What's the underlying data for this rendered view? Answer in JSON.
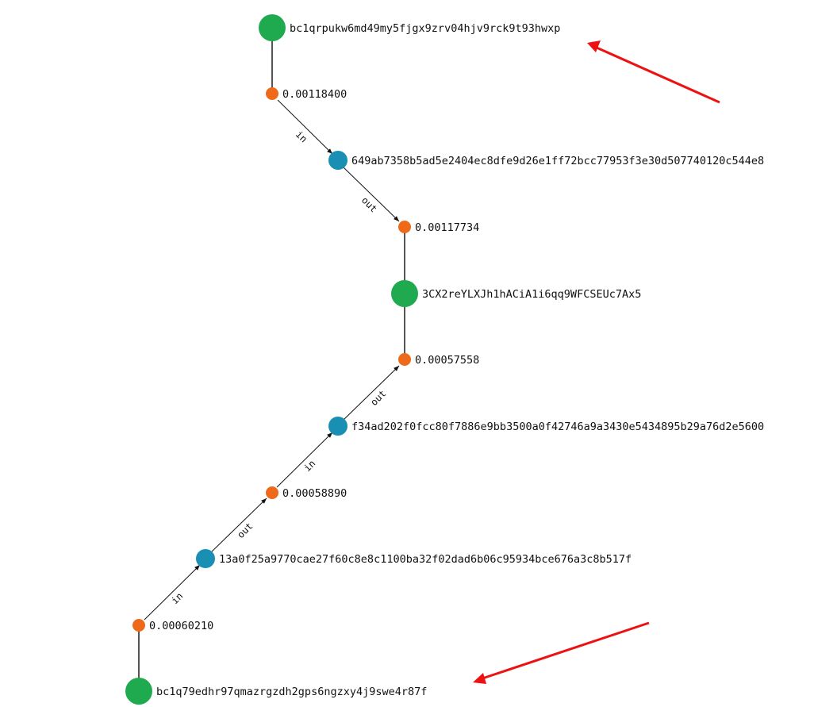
{
  "colors": {
    "address": "#1faa4f",
    "transaction": "#1a8fb4",
    "amount": "#ee6a1a",
    "annotation": "#ee1111"
  },
  "nodes": {
    "address_top": {
      "kind": "address",
      "label": "bc1qrpukw6md49my5fjgx9zrv04hjv9rck9t93hwxp"
    },
    "amount_1": {
      "kind": "amount",
      "label": "0.00118400"
    },
    "tx_1": {
      "kind": "transaction",
      "label": "649ab7358b5ad5e2404ec8dfe9d26e1ff72bcc77953f3e30d507740120c544e8"
    },
    "amount_2": {
      "kind": "amount",
      "label": "0.00117734"
    },
    "address_mid": {
      "kind": "address",
      "label": "3CX2reYLXJh1hACiA1i6qq9WFCSEUc7Ax5"
    },
    "amount_3": {
      "kind": "amount",
      "label": "0.00057558"
    },
    "tx_2": {
      "kind": "transaction",
      "label": "f34ad202f0fcc80f7886e9bb3500a0f42746a9a3430e5434895b29a76d2e5600"
    },
    "amount_4": {
      "kind": "amount",
      "label": "0.00058890"
    },
    "tx_3": {
      "kind": "transaction",
      "label": "13a0f25a9770cae27f60c8e8c1100ba32f02dad6b06c95934bce676a3c8b517f"
    },
    "amount_5": {
      "kind": "amount",
      "label": "0.00060210"
    },
    "address_bottom": {
      "kind": "address",
      "label": "bc1q79edhr97qmazrgzdh2gps6ngzxy4j9swe4r87f"
    }
  },
  "edges": {
    "e1": {
      "from": "address_top",
      "to": "amount_1",
      "label": ""
    },
    "e2": {
      "from": "amount_1",
      "to": "tx_1",
      "label": "in"
    },
    "e3": {
      "from": "tx_1",
      "to": "amount_2",
      "label": "out"
    },
    "e4": {
      "from": "amount_2",
      "to": "address_mid",
      "label": ""
    },
    "e5": {
      "from": "address_mid",
      "to": "amount_3",
      "label": ""
    },
    "e6": {
      "from": "tx_2",
      "to": "amount_3",
      "label": "out"
    },
    "e7": {
      "from": "amount_4",
      "to": "tx_2",
      "label": "in"
    },
    "e8": {
      "from": "tx_3",
      "to": "amount_4",
      "label": "out"
    },
    "e9": {
      "from": "amount_5",
      "to": "tx_3",
      "label": "in"
    },
    "e10": {
      "from": "amount_5",
      "to": "address_bottom",
      "label": ""
    }
  }
}
